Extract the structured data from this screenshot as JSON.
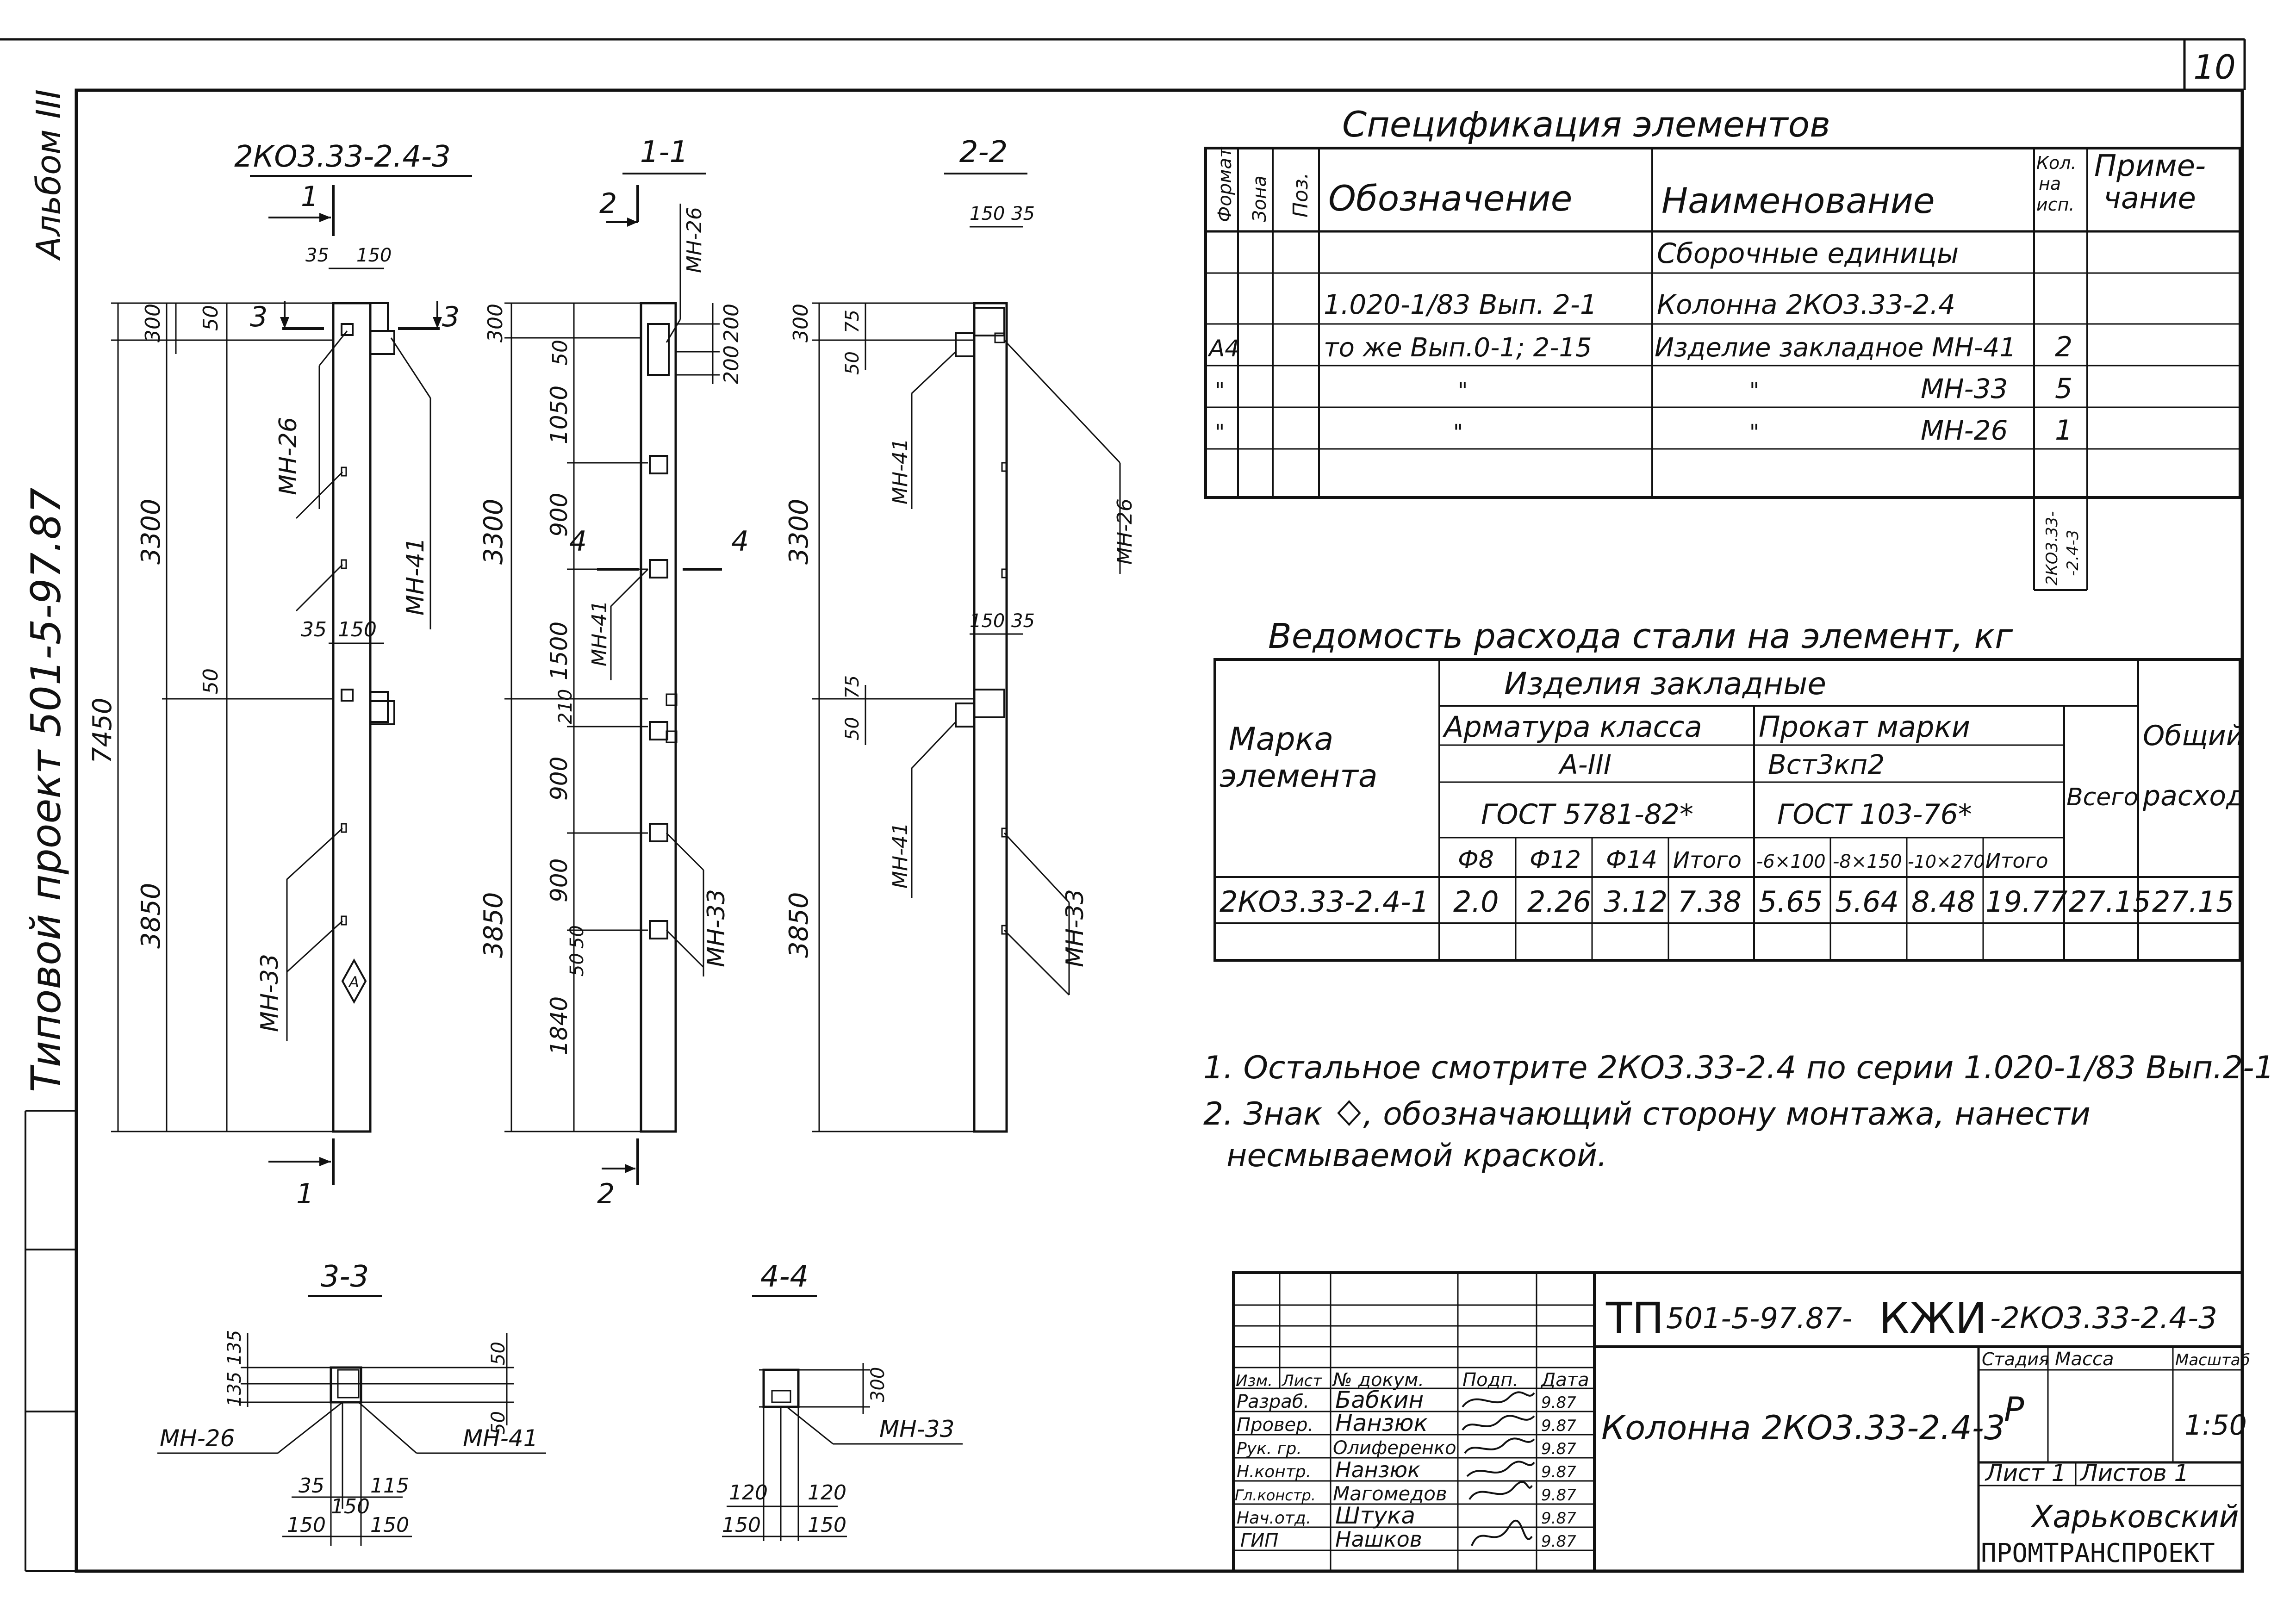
{
  "sheet": {
    "number": "10",
    "album": "Альбом III",
    "project": "Типовой проект 501-5-97.87"
  },
  "views": {
    "elevation_title": "2КО3.33-2.4-3",
    "sec11_title": "1-1",
    "sec22_title": "2-2",
    "sec33_title": "3-3",
    "sec44_title": "4-4",
    "cut1": "1",
    "cut2": "2",
    "cut3": "3",
    "cut4": "4",
    "dims_elev": {
      "d7450": "7450",
      "d3850": "3850",
      "d3300": "3300",
      "d300": "300",
      "d50a": "50",
      "d50b": "50",
      "d35a": "35",
      "d150a": "150",
      "d35b": "35",
      "d150b": "150"
    },
    "dims_s11": {
      "d300": "300",
      "d50": "50",
      "d200a": "200",
      "d200b": "200",
      "d1050": "1050",
      "d900a": "900",
      "d1500": "1500",
      "d210": "210",
      "d900b": "900",
      "d900c": "900",
      "d50b": "50",
      "d50c": "50",
      "d3300": "3300",
      "d3850": "3850",
      "d1840": "1840"
    },
    "dims_s22": {
      "d150a": "150",
      "d35a": "35",
      "d300": "300",
      "d50a": "50",
      "d75a": "75",
      "d3300": "3300",
      "d150b": "150",
      "d35b": "35",
      "d50b": "50",
      "d75b": "75",
      "d3850": "3850"
    },
    "dims_s33": {
      "d135a": "135",
      "d135b": "135",
      "d50a": "50",
      "d50b": "50",
      "d35": "35",
      "d115": "115",
      "d150": "150",
      "d150l": "150",
      "d150r": "150"
    },
    "dims_s44": {
      "d300": "300",
      "d120l": "120",
      "d120r": "120",
      "d150l": "150",
      "d150r": "150"
    },
    "labels": {
      "mn26": "МН-26",
      "mn41": "МН-41",
      "mn33": "МН-33"
    }
  },
  "spec": {
    "title": "Спецификация элементов",
    "headers": {
      "format": "Формат",
      "zone": "Зона",
      "pos": "Поз.",
      "designation": "Обозначение",
      "name": "Наименование",
      "qty_1": "Кол.",
      "qty_2": "на",
      "qty_3": "исп.",
      "note_1": "Приме-",
      "note_2": "чание"
    },
    "section": "Сборочные единицы",
    "rows": [
      {
        "format": "",
        "designation": "1.020-1/83 Вып. 2-1",
        "name": "Колонна 2КО3.33-2.4",
        "qty": ""
      },
      {
        "format": "А4",
        "designation": "то же Вып.0-1; 2-15",
        "name": "Изделие закладное МН-41",
        "qty": "2"
      },
      {
        "format": "\"",
        "designation": "\"",
        "name_left": "\"",
        "name_right": "МН-33",
        "qty": "5"
      },
      {
        "format": "\"",
        "designation": "\"",
        "name_left": "\"",
        "name_right": "МН-26",
        "qty": "1"
      }
    ],
    "variant_1": "2КО3.33-",
    "variant_2": "-2.4-3"
  },
  "steel": {
    "title": "Ведомость расхода стали на элемент, кг",
    "group": "Изделия закладные",
    "mark_1": "Марка",
    "mark_2": "элемента",
    "rebar_class": "Арматура класса",
    "rebar_grade": "А-III",
    "rebar_gost": "ГОСТ 5781-82*",
    "rolled": "Прокат марки",
    "rolled_grade": "Вст3кп2",
    "rolled_gost": "ГОСТ 103-76*",
    "total": "Всего",
    "overall_1": "Общий",
    "overall_2": "расход",
    "cols": [
      "Ф8",
      "Ф12",
      "Ф14",
      "Итого",
      "-6×100",
      "-8×150",
      "-10×270",
      "Итого"
    ],
    "row": {
      "mark": "2КО3.33-2.4-1",
      "values": [
        "2.0",
        "2.26",
        "3.12",
        "7.38",
        "5.65",
        "5.64",
        "8.48",
        "19.77"
      ],
      "total": "27.15",
      "overall": "27.15"
    }
  },
  "notes": [
    "1. Остальное смотрите 2КО3.33-2.4 по серии 1.020-1/83 Вып.2-1",
    "2. Знак",
    ", обозначающий сторону монтажа, нанести",
    "несмываемой краской."
  ],
  "stamp": {
    "code_a": "ТП",
    "code_b": "501-5-97.87-",
    "code_c": "КЖИ",
    "code_d": "-2КО3.33-2.4-3",
    "title": "Колонна 2КО3.33-2.4-3",
    "col_heads": [
      "Изм.",
      "Лист",
      "№ докум.",
      "Подп.",
      "Дата"
    ],
    "roles": [
      {
        "role": "Разраб.",
        "name": "Бабкин",
        "date": "9.87"
      },
      {
        "role": "Провер.",
        "name": "Нанзюк",
        "date": "9.87"
      },
      {
        "role": "Рук. гр.",
        "name": "Олиференко",
        "date": "9.87"
      },
      {
        "role": "Н.контр.",
        "name": "Нанзюк",
        "date": "9.87"
      },
      {
        "role": "Гл.констр.",
        "name": "Магомедов",
        "date": "9.87"
      },
      {
        "role": "Нач.отд.",
        "name": "Штука",
        "date": "9.87"
      },
      {
        "role": "ГИП",
        "name": "Нашков",
        "date": "9.87"
      }
    ],
    "stage_h": "Стадия",
    "mass_h": "Масса",
    "scale_h": "Масштаб",
    "stage": "Р",
    "scale": "1:50",
    "sheet": "Лист 1",
    "sheets": "Листов 1",
    "org_1": "Харьковский",
    "org_2": "ПРОМТРАНСПРОЕКТ"
  }
}
